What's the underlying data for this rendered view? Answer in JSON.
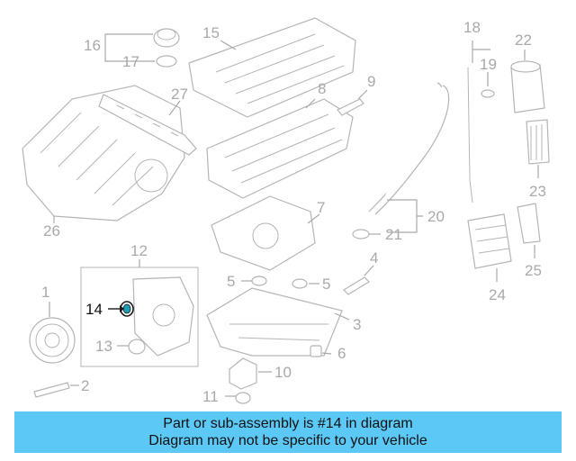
{
  "callouts": {
    "c1": "1",
    "c2": "2",
    "c3": "3",
    "c4": "4",
    "c5a": "5",
    "c5b": "5",
    "c6": "6",
    "c7": "7",
    "c8": "8",
    "c9": "9",
    "c10": "10",
    "c11": "11",
    "c12": "12",
    "c13": "13",
    "c14": "14",
    "c15": "15",
    "c16": "16",
    "c17": "17",
    "c18": "18",
    "c19": "19",
    "c20": "20",
    "c21": "21",
    "c22": "22",
    "c23": "23",
    "c24": "24",
    "c25": "25",
    "c26": "26",
    "c27": "27"
  },
  "highlight": {
    "part_number": "14",
    "color": "#1a1a1a"
  },
  "banner": {
    "line1": "Part or sub-assembly is #14 in diagram",
    "line2": "Diagram may not be specific to your vehicle",
    "background": "#5bc8f5"
  }
}
